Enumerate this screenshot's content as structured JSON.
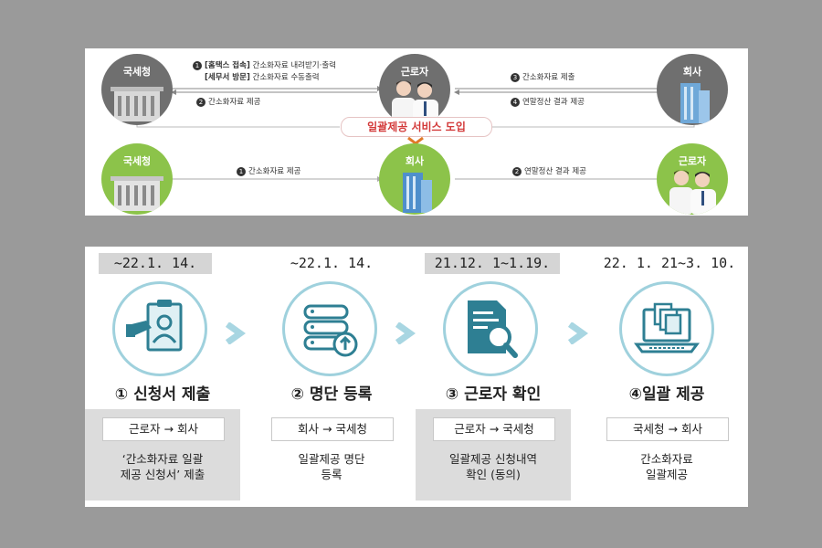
{
  "top": {
    "before": {
      "left_entity": "국세청",
      "middle_entity": "근로자",
      "right_entity": "회사",
      "msg1": {
        "num": "1",
        "bold": "[홈택스 접속]",
        "text": "간소화자료 내려받기·출력"
      },
      "msg2": {
        "bold": "[세무서 방문]",
        "text": "간소화자료 수동출력"
      },
      "msg3": {
        "num": "2",
        "text": "간소화자료 제공"
      },
      "msg4": {
        "num": "3",
        "text": "간소화자료 제출"
      },
      "msg5": {
        "num": "4",
        "text": "연말정산 결과 제공"
      }
    },
    "banner": "일괄제공 서비스 도입",
    "after": {
      "left_entity": "국세청",
      "middle_entity": "회사",
      "right_entity": "근로자",
      "msg1": {
        "num": "1",
        "text": "간소화자료 제공"
      },
      "msg2": {
        "num": "2",
        "text": "연말정산 결과 제공"
      }
    }
  },
  "steps": [
    {
      "date": "~22.1. 14.",
      "title": "① 신청서 제출",
      "flow": "근로자 → 회사",
      "desc": [
        "‘간소화자료 일괄",
        "제공 신청서’ 제출"
      ],
      "icon": "application-form-icon"
    },
    {
      "date": "~22.1. 14.",
      "title": "② 명단 등록",
      "flow": "회사 → 국세청",
      "desc": [
        "일괄제공 명단",
        "등록"
      ],
      "icon": "server-upload-icon"
    },
    {
      "date": "21.12. 1~1.19.",
      "title": "③ 근로자 확인",
      "flow": "근로자 → 국세청",
      "desc": [
        "일괄제공 신청내역",
        "확인 (동의)"
      ],
      "icon": "document-search-icon"
    },
    {
      "date": "22. 1. 21~3. 10.",
      "title": "④일괄 제공",
      "flow": "국세청 → 회사",
      "desc": [
        "간소화자료",
        "일괄제공"
      ],
      "icon": "laptop-documents-icon"
    }
  ],
  "colors": {
    "accent": "#d33a3a",
    "teal": "#2e7f93",
    "green": "#8cc34a",
    "grey": "#6f6f6f"
  }
}
